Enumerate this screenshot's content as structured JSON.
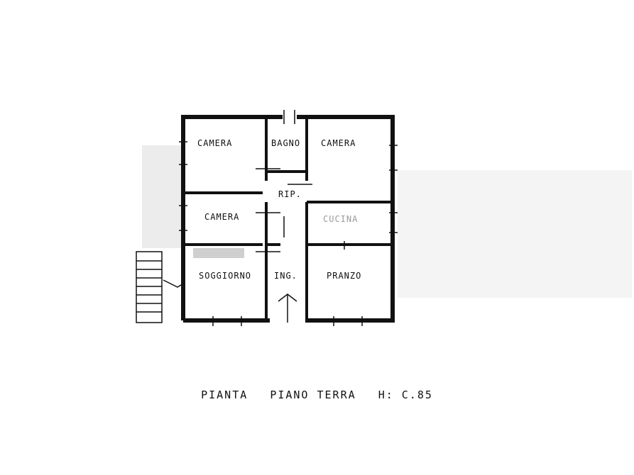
{
  "plan": {
    "rooms": {
      "camera_top_left": "CAMERA",
      "bagno": "BAGNO",
      "camera_top_right": "CAMERA",
      "rip": "RIP.",
      "camera_mid_left": "CAMERA",
      "cucina": "CUCINA",
      "soggiorno": "SOGGIORNO",
      "ing": "ING.",
      "pranzo": "PRANZO"
    },
    "caption": {
      "word1": "PIANTA",
      "word2": "PIANO TERRA",
      "word3": "H: C.85"
    }
  },
  "colors": {
    "wall": "#111111",
    "watermark": "#d9d9d9"
  }
}
